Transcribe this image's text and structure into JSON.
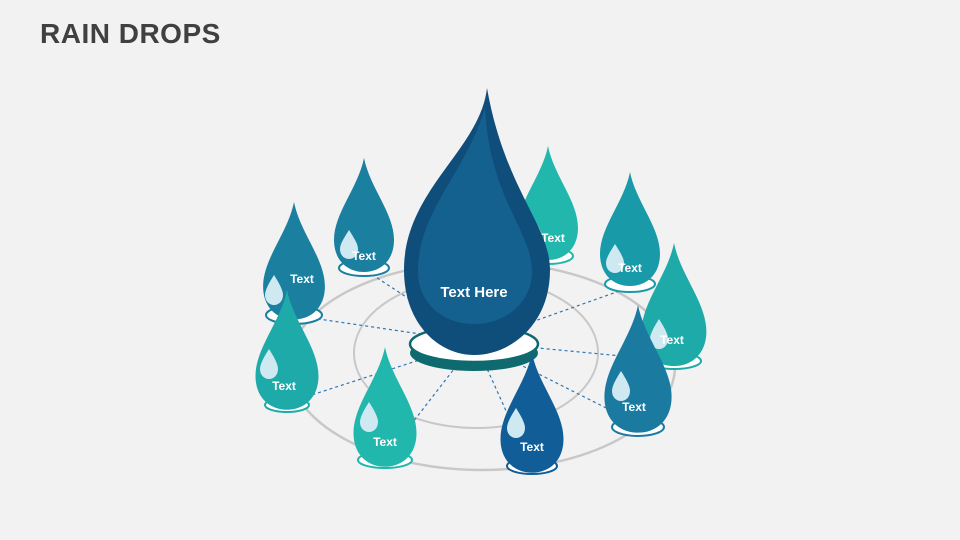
{
  "title": "RAIN DROPS",
  "center_label": "Text Here",
  "drops": [
    {
      "label": "Text",
      "color": "#1b7fa0"
    },
    {
      "label": "Text",
      "color": "#1b7fa0"
    },
    {
      "label": "Text",
      "color": "#22b7ac"
    },
    {
      "label": "Text",
      "color": "#199aa8"
    },
    {
      "label": "Text",
      "color": "#199aa8"
    },
    {
      "label": "Text",
      "color": "#1a7aa0"
    },
    {
      "label": "Text",
      "color": "#115d97"
    },
    {
      "label": "Text",
      "color": "#22b7ac"
    },
    {
      "label": "Text",
      "color": "#1eaaa8"
    }
  ],
  "colors": {
    "center_drop_outer": "#0f4d7a",
    "center_drop_inner": "#14608f",
    "base_ring": "#0e6a6e",
    "guide_circle": "#c8c8c8",
    "connector": "#2e75b6"
  }
}
